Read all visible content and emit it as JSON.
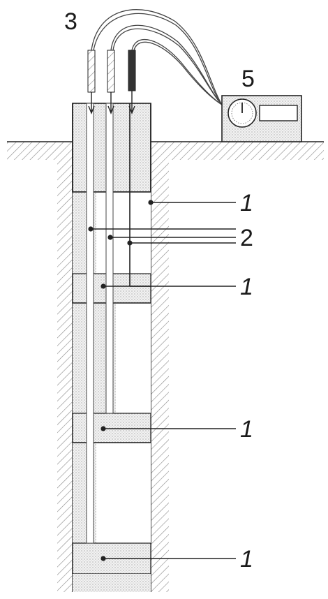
{
  "figure": {
    "labels": {
      "hose_tool": "3",
      "monitor": "5",
      "packer_upper": "1",
      "probe": "2",
      "packer_mid_upper": "1",
      "packer_mid_lower": "1",
      "packer_bottom": "1"
    }
  }
}
